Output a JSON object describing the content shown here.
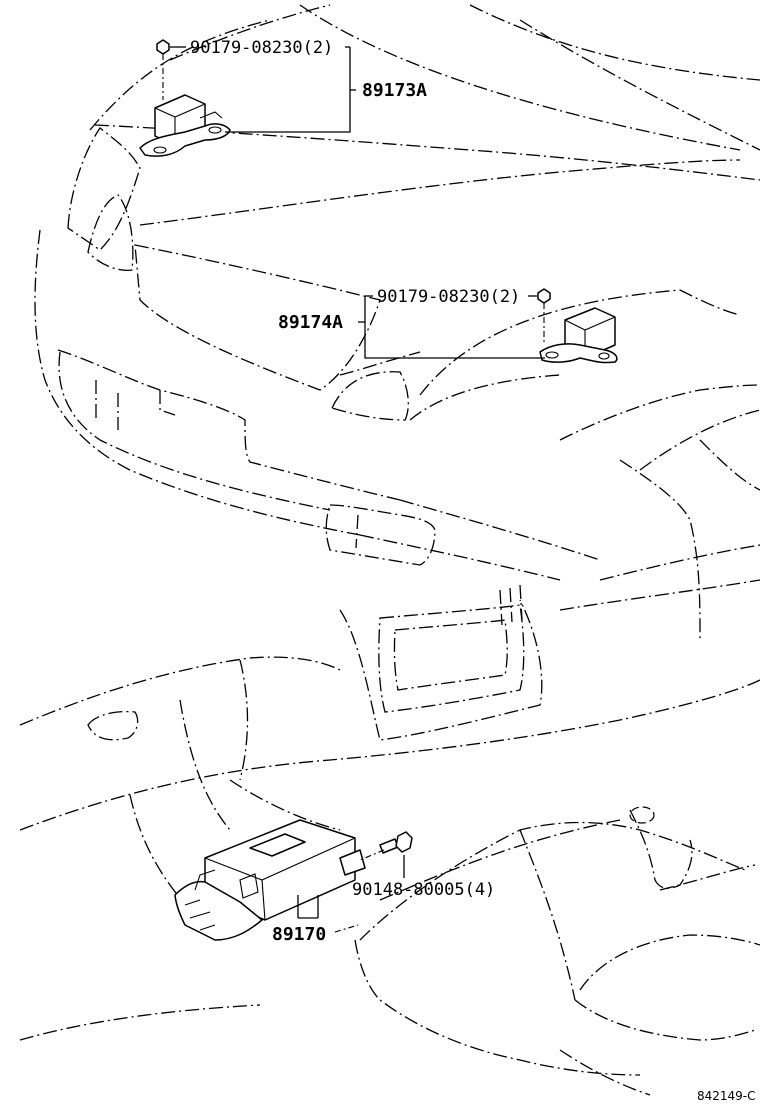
{
  "labels": {
    "nut_upper": "90179-08230(2)",
    "sensor_front_left": "89173A",
    "nut_middle": "90179-08230(2)",
    "sensor_front_right": "89174A",
    "bolt_lower": "90148-80005(4)",
    "airbag_ecu": "89170"
  },
  "figure_ref": "842149-C"
}
